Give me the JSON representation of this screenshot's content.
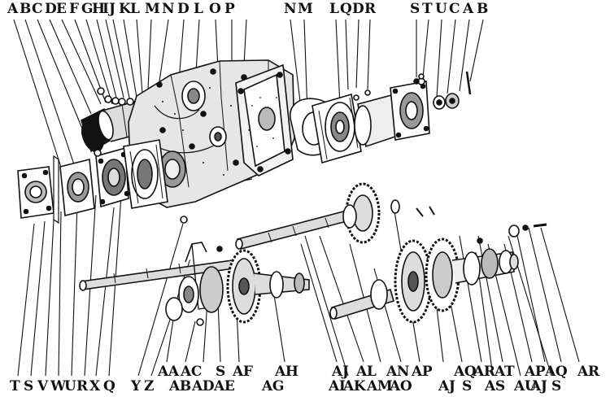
{
  "diagram": {
    "top_labels": [
      "A",
      "B",
      "C",
      "D",
      "E",
      "F",
      "G",
      "H",
      "I",
      "J",
      "K",
      "L",
      "M",
      "N",
      "D",
      "L",
      "O",
      "P",
      "N",
      "M",
      "L",
      "Q",
      "D",
      "R",
      "S",
      "T",
      "U",
      "C",
      "A",
      "B"
    ],
    "bottom_labels": [
      "T",
      "S",
      "V",
      "W",
      "U",
      "R",
      "X",
      "Q",
      "Y",
      "Z",
      "AA",
      "AB",
      "AC",
      "AD",
      "S",
      "AE",
      "AF",
      "AG",
      "AH",
      "AI",
      "AJ",
      "AK",
      "AL",
      "AM",
      "AN",
      "AO",
      "AP",
      "AJ",
      "AQ",
      "S",
      "AR",
      "AS",
      "AT",
      "AU",
      "AP",
      "AJ",
      "AQ",
      "S",
      "AR"
    ],
    "colors": {
      "ink": "#111111",
      "paper": "#ffffff"
    }
  }
}
